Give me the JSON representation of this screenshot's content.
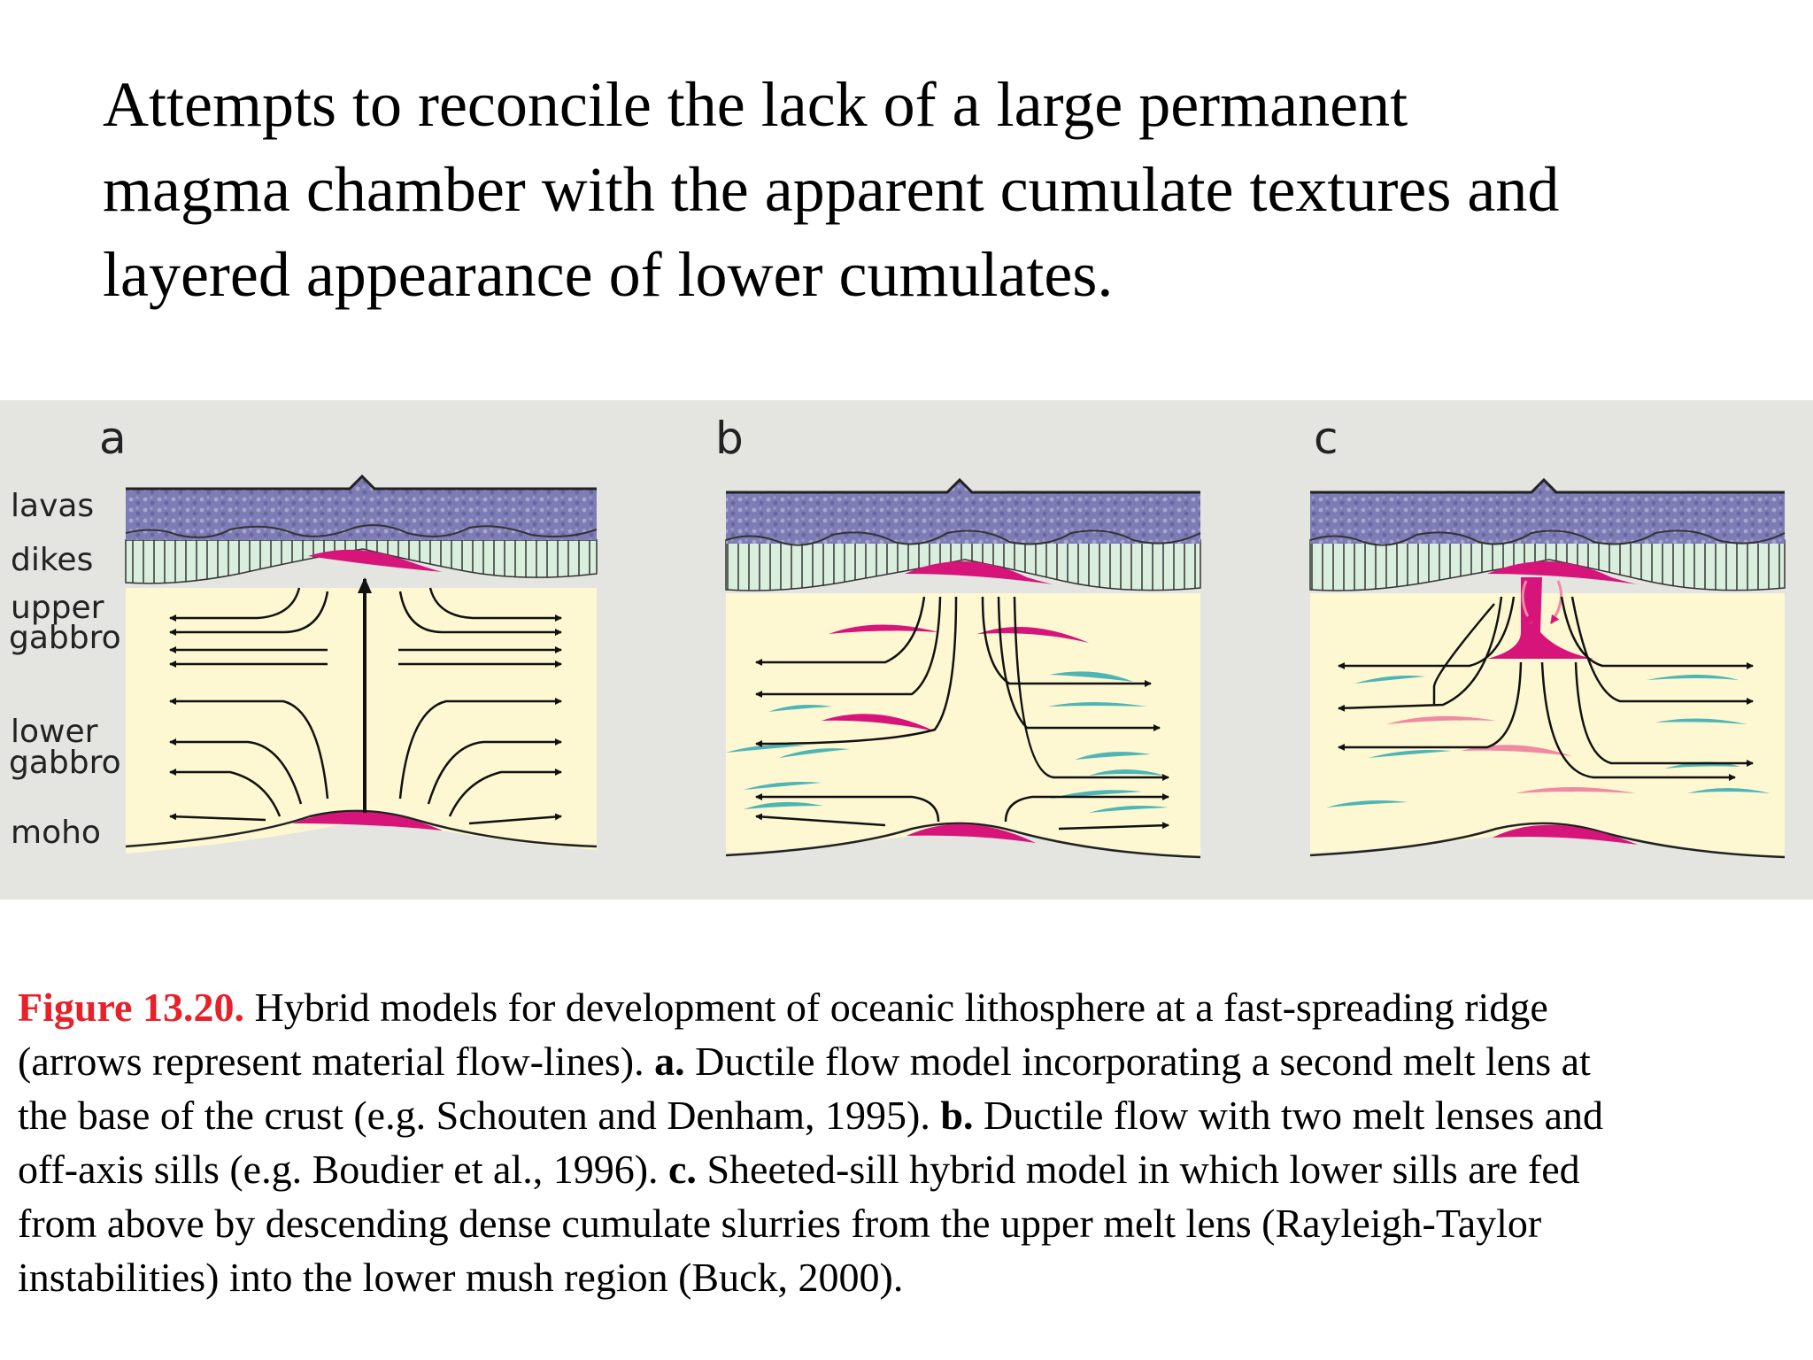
{
  "title": {
    "lines": [
      "Attempts to reconcile the lack of a large permanent",
      "magma chamber with the apparent cumulate textures and",
      "layered appearance of lower cumulates."
    ]
  },
  "figure": {
    "layer_labels": {
      "lavas": "lavas",
      "dikes": "dikes",
      "upper": "upper",
      "gabbro_upper": "gabbro",
      "lower": "lower",
      "gabbro_lower": "gabbro",
      "moho": "moho"
    },
    "panel_labels": [
      "a",
      "b",
      "c"
    ],
    "colors": {
      "background": "#e4e5e0",
      "lavas": "#7e7cb4",
      "dikes": "#d9eedd",
      "gabbro": "#fdf7d2",
      "melt_lens": "#d6147a",
      "sill_teal": "#4cb5b5",
      "sill_pink": "#ef8aa2",
      "flow_line": "#111111"
    }
  },
  "caption": {
    "figure_label": "Figure 13.20.",
    "line1_rest": " Hybrid models for development of oceanic lithosphere at a fast-spreading ridge",
    "line2_pre": "(arrows represent material flow-lines). ",
    "label_a": "a.",
    "line2_post": " Ductile flow model incorporating a second melt lens at",
    "line3_pre": "the base of the crust (e.g. Schouten and Denham, 1995). ",
    "label_b": "b.",
    "line3_post": " Ductile flow with two melt lenses and",
    "line4_pre": "off-axis sills (e.g. Boudier et al., 1996). ",
    "label_c": "c.",
    "line4_post": " Sheeted-sill hybrid model in which lower sills are fed",
    "line5": "from above by descending dense cumulate slurries from the upper melt lens (Rayleigh-Taylor",
    "line6": "instabilities) into the lower mush region (Buck, 2000)."
  }
}
